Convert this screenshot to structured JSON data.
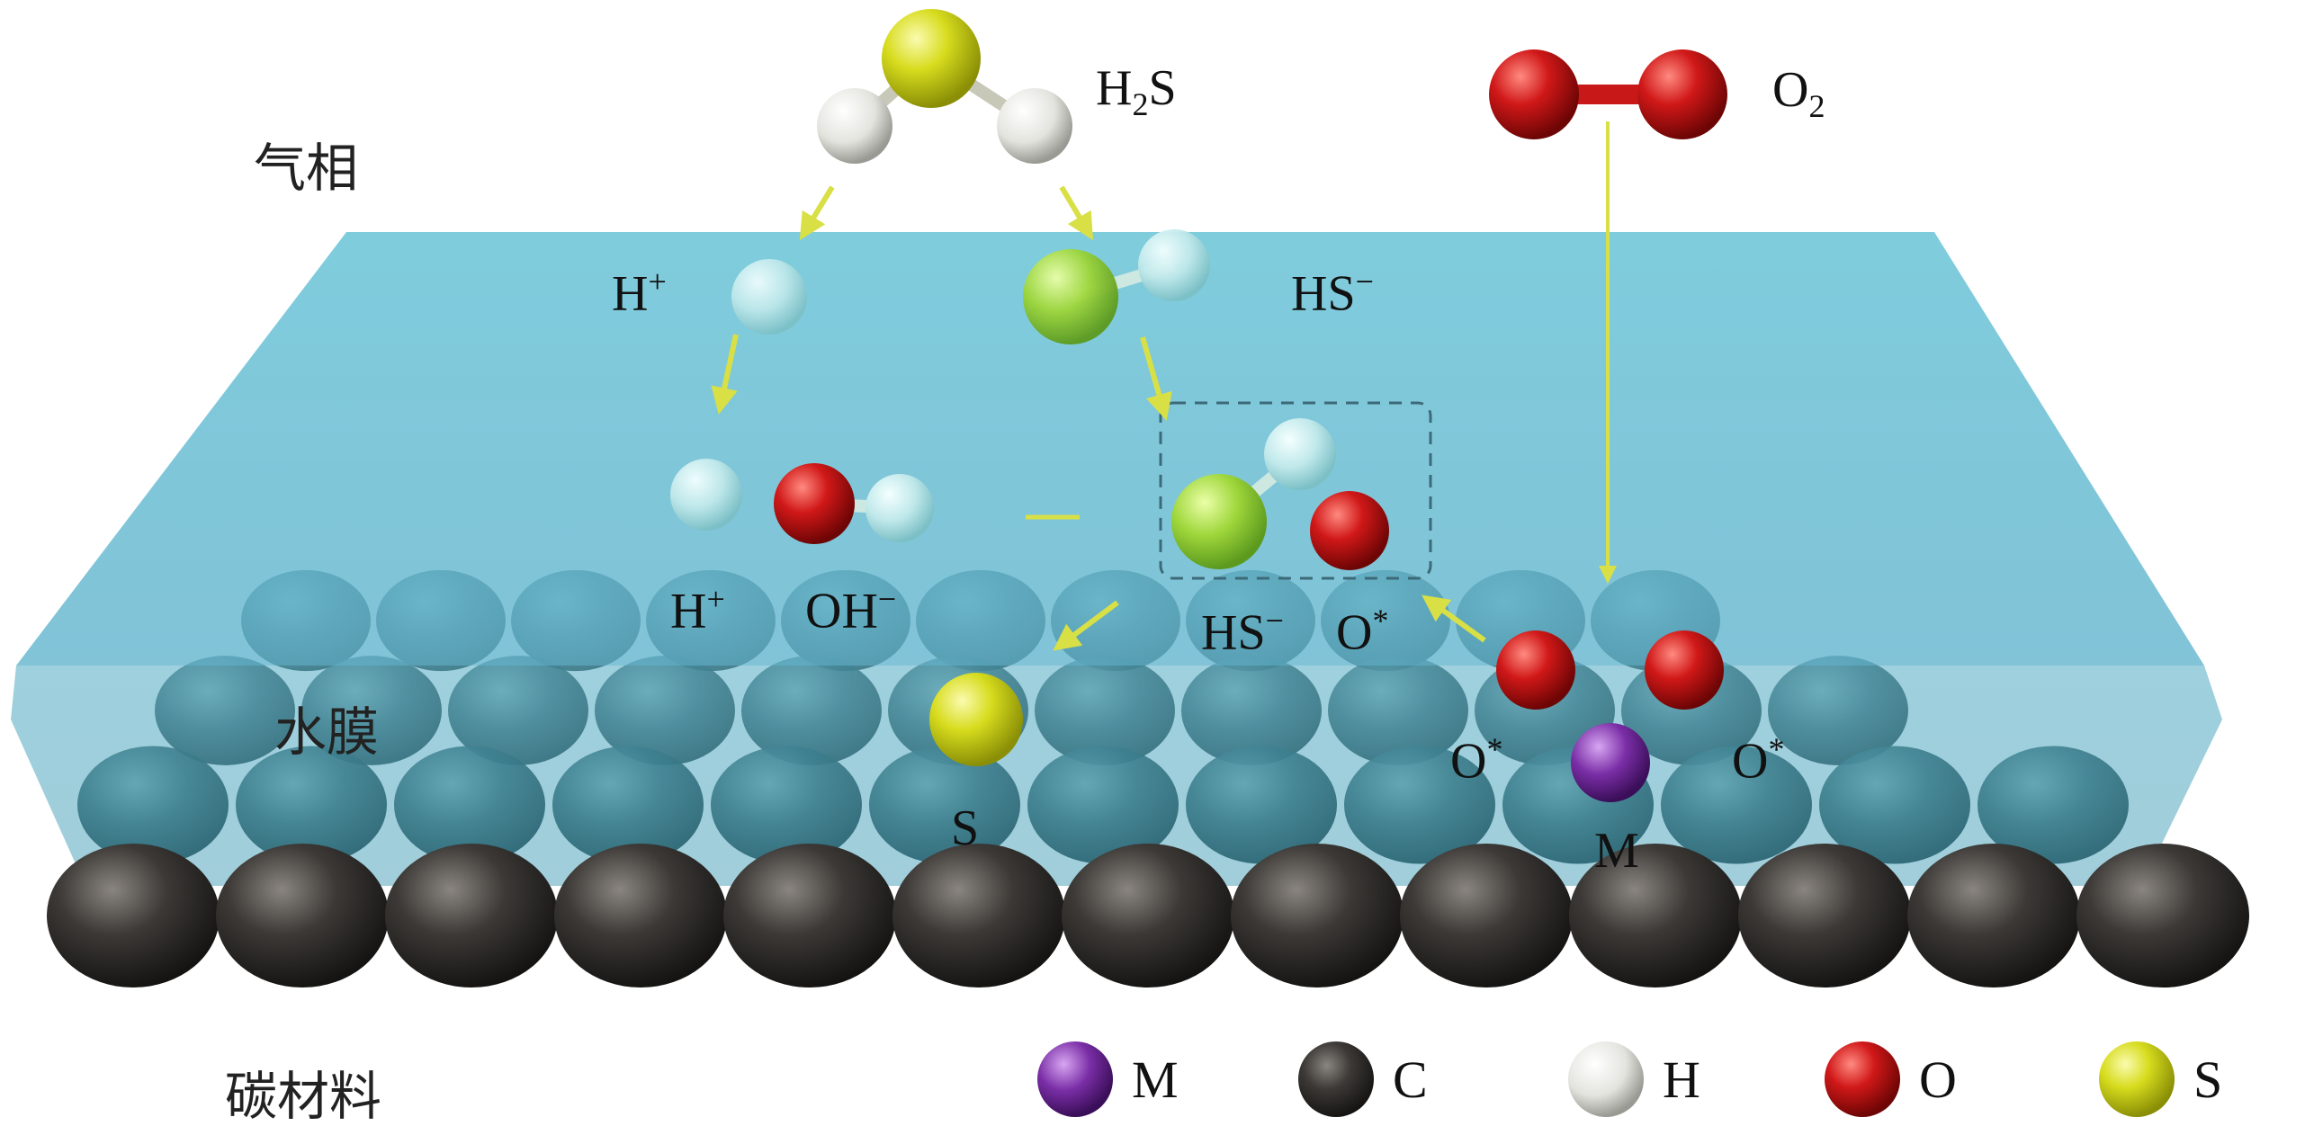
{
  "labels": {
    "gas_phase": "气相",
    "water_film": "水膜",
    "carbon_material": "碳材料",
    "h2s_main": "H",
    "h2s_sub": "2",
    "h2s_tail": "S",
    "o2_main": "O",
    "o2_sub": "2",
    "h_plus_upper_main": "H",
    "h_plus_upper_sup": "+",
    "hs_minus_upper_main": "HS",
    "hs_minus_upper_sup": "−",
    "h_plus_lower_main": "H",
    "h_plus_lower_sup": "+",
    "oh_minus_main": "OH",
    "oh_minus_sup": "−",
    "hs_minus_lower_main": "HS",
    "hs_minus_lower_sup": "−",
    "o_star_center_main": "O",
    "o_star_center_sup": "*",
    "o_star_left_main": "O",
    "o_star_left_sup": "*",
    "o_star_right_main": "O",
    "o_star_right_sup": "*",
    "s_product": "S",
    "m_site": "M"
  },
  "legend": [
    {
      "symbol": "M",
      "color": "#7a2ea6",
      "icon": "metal-atom-ball"
    },
    {
      "symbol": "C",
      "color": "#2c2a28",
      "icon": "carbon-atom-ball"
    },
    {
      "symbol": "H",
      "color": "#f2f2ee",
      "icon": "hydrogen-atom-ball"
    },
    {
      "symbol": "O",
      "color": "#d21a1a",
      "icon": "oxygen-atom-ball"
    },
    {
      "symbol": "S",
      "color": "#e4e020",
      "icon": "sulfur-atom-ball"
    }
  ],
  "colors": {
    "water": "#6ec3d6",
    "water_edge": "#4aa8c2",
    "carbon": "#2c2a28",
    "carbon_covered": "#3e6a70",
    "arrow": "#d8e046"
  }
}
